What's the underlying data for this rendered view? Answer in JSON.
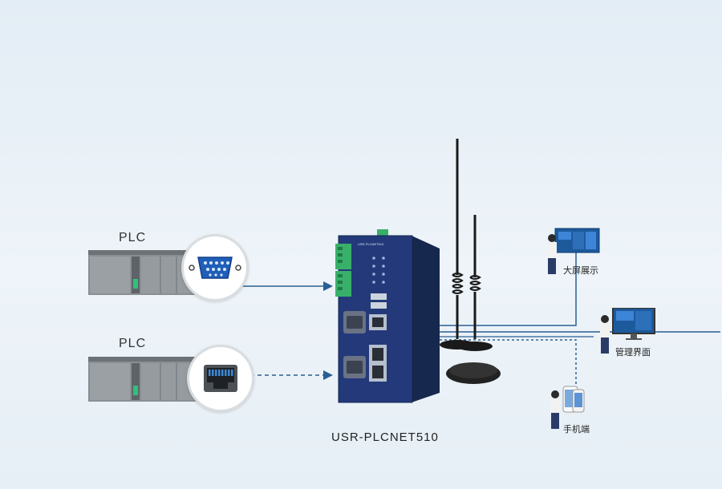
{
  "plc_top_label": "PLC",
  "plc_bottom_label": "PLC",
  "device_label": "USR-PLCNET510",
  "device_front_text": "USR-PLCNET510",
  "targets": {
    "big_screen": "大屏展示",
    "admin": "管理界面",
    "mobile": "手机端"
  },
  "colors": {
    "line": "#2a5f93",
    "device_body": "#1e3560",
    "device_face": "#23397a",
    "terminal": "#39b06a",
    "screen": "#1d5a9c"
  },
  "icons": {
    "serial_port": "db9-serial-icon",
    "ethernet_port": "rj45-ethernet-icon"
  }
}
